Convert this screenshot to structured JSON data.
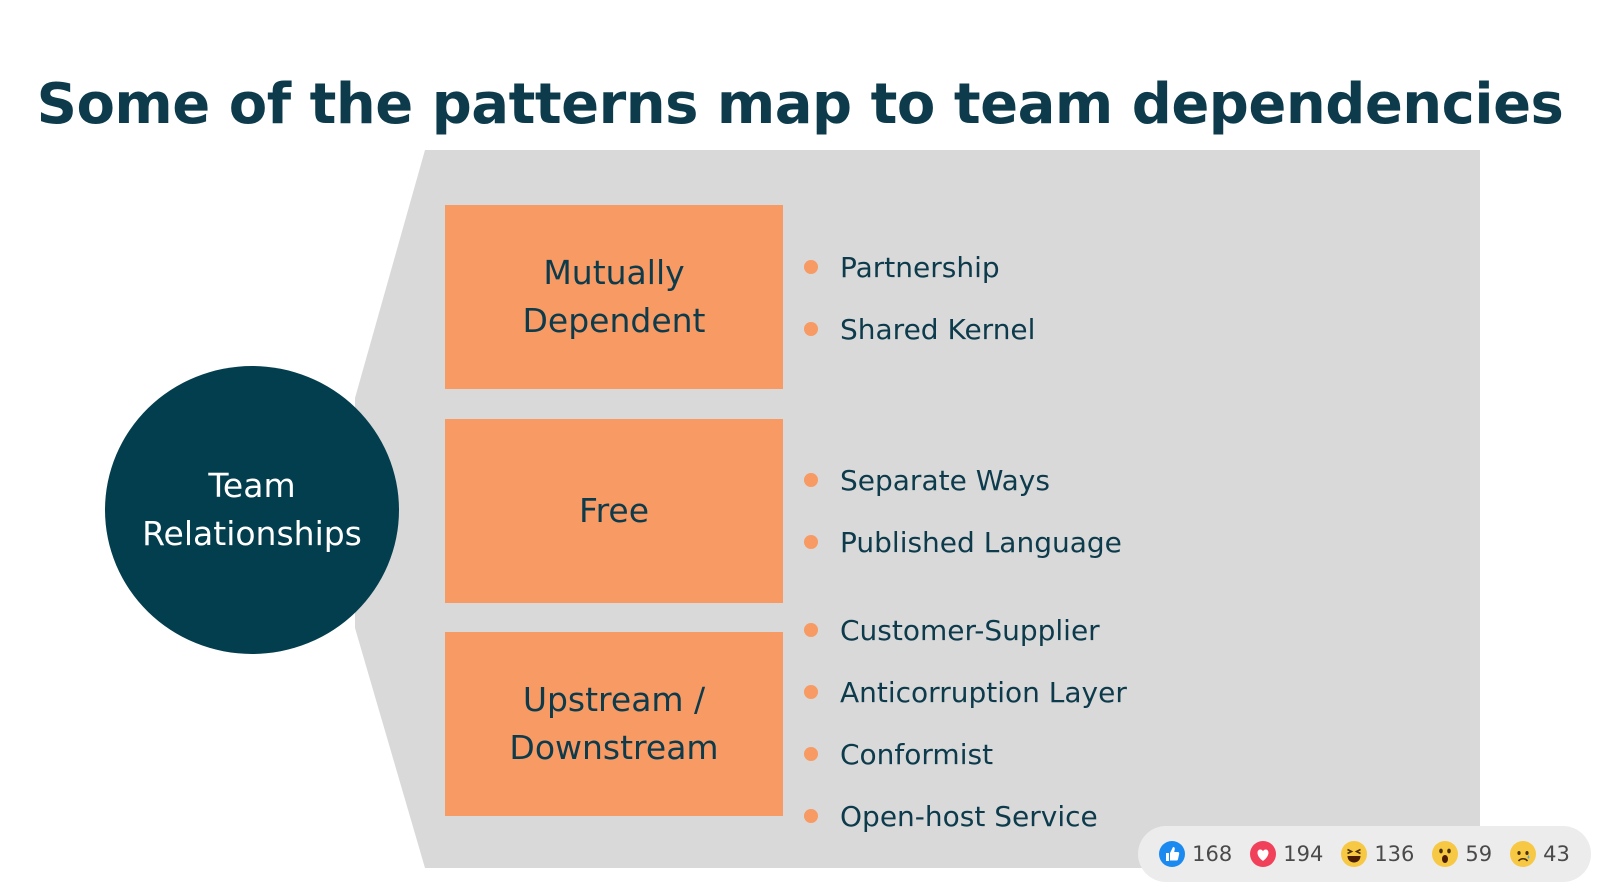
{
  "title": "Some of the patterns map to team dependencies",
  "center": {
    "label": "Team\nRelationships"
  },
  "categories": [
    {
      "label": "Mutually\nDependent",
      "items": [
        "Partnership",
        "Shared Kernel"
      ]
    },
    {
      "label": "Free",
      "items": [
        "Separate Ways",
        "Published Language"
      ]
    },
    {
      "label": "Upstream /\nDownstream",
      "items": [
        "Customer-Supplier",
        "Anticorruption Layer",
        "Conformist",
        "Open-host Service"
      ]
    }
  ],
  "colors": {
    "title": "#0d3b4c",
    "circle": "#033e4e",
    "box": "#f79a63",
    "panel": "#d9d9d9",
    "text": "#0d3b4c"
  },
  "reactions": [
    {
      "icon": "like-icon",
      "count": "168"
    },
    {
      "icon": "love-icon",
      "count": "194"
    },
    {
      "icon": "haha-icon",
      "count": "136"
    },
    {
      "icon": "wow-icon",
      "count": "59"
    },
    {
      "icon": "sad-icon",
      "count": "43"
    }
  ]
}
